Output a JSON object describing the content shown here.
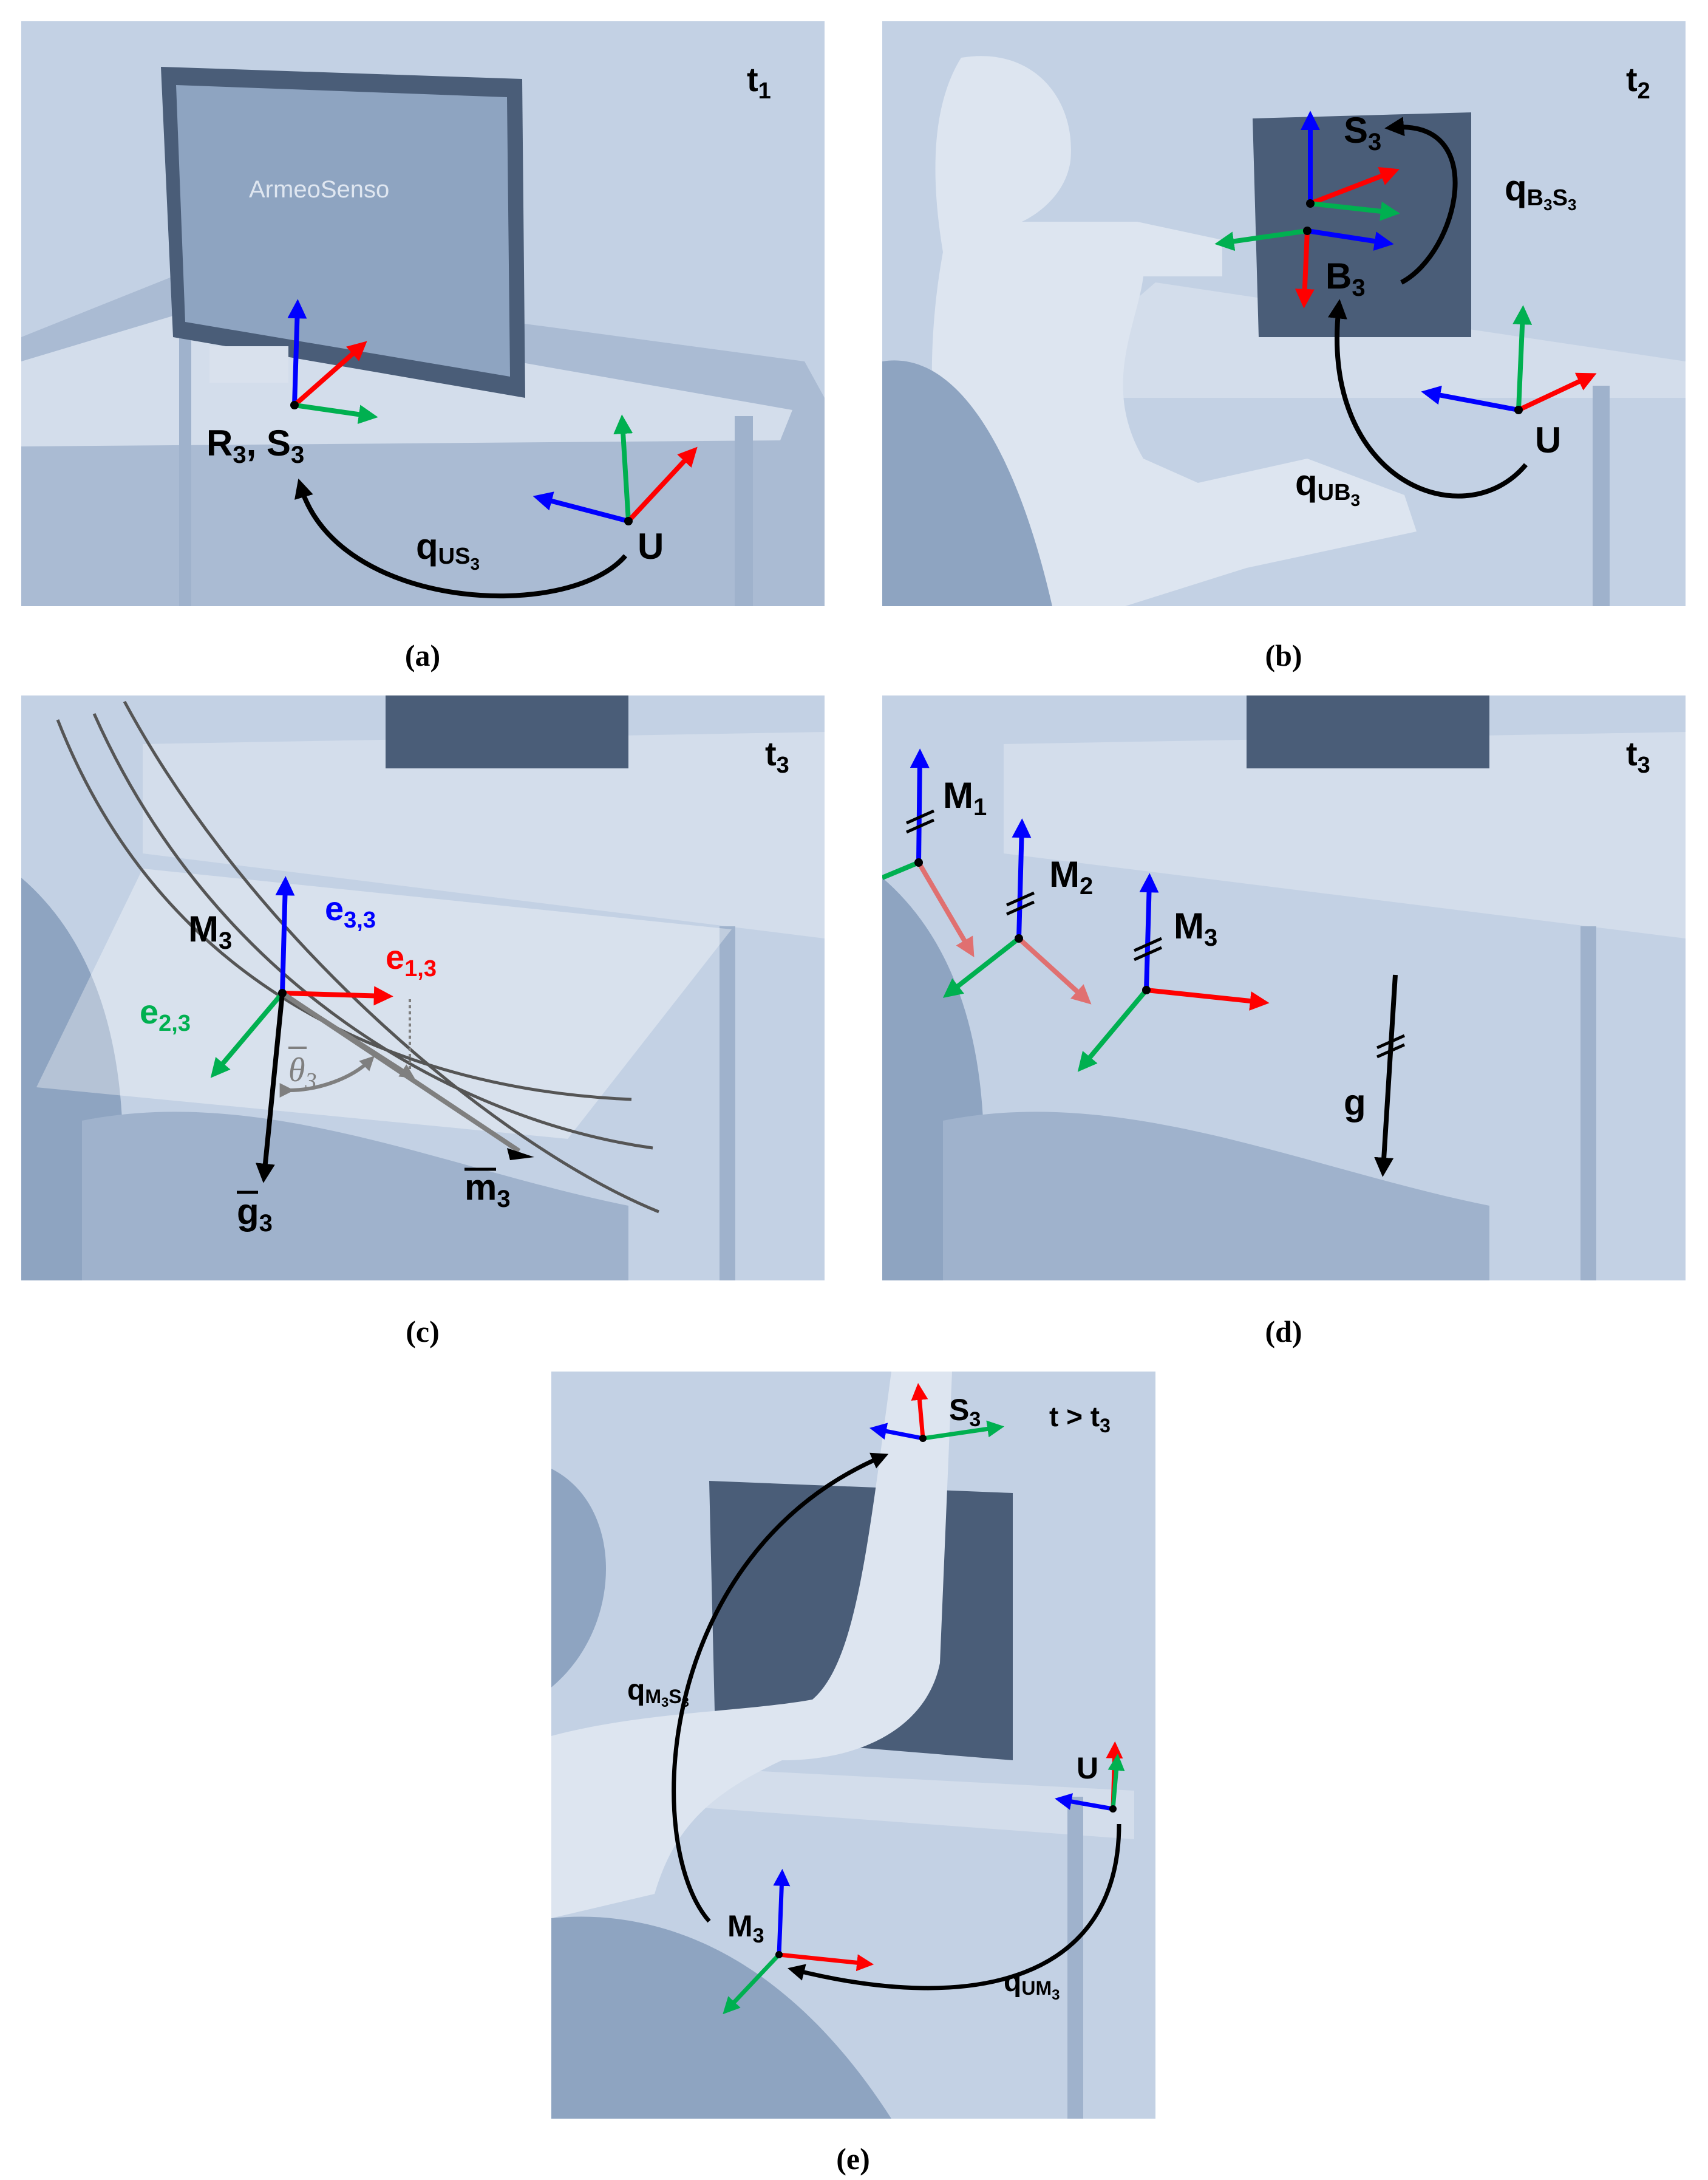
{
  "colors": {
    "photo_bg": "#b8c8dd",
    "photo_dark": "#8ea4c1",
    "axis_red": "#ff0000",
    "axis_green": "#00b050",
    "axis_blue": "#0000ff",
    "arrow": "#000000",
    "gray": "#7f7f7f"
  },
  "panels": {
    "a": {
      "caption": "(a)",
      "time": "t",
      "time_sub": "1",
      "screen_text": "ArmeoSenso",
      "frame_rs": "R",
      "frame_rs_sub": "3",
      "frame_rs_sep": ", S",
      "frame_rs_sub2": "3",
      "frame_u": "U",
      "quat": "q",
      "quat_sub": "US",
      "quat_subsub": "3"
    },
    "b": {
      "caption": "(b)",
      "time": "t",
      "time_sub": "2",
      "frame_s": "S",
      "frame_s_sub": "3",
      "frame_b": "B",
      "frame_b_sub": "3",
      "frame_u": "U",
      "quat_bs": "q",
      "quat_bs_sub": "B",
      "quat_bs_sub1": "3",
      "quat_bs_sub2": "S",
      "quat_bs_sub3": "3",
      "quat_ub": "q",
      "quat_ub_sub": "UB",
      "quat_ub_subsub": "3"
    },
    "c": {
      "caption": "(c)",
      "time": "t",
      "time_sub": "3",
      "frame_m": "M",
      "frame_m_sub": "3",
      "e33": "e",
      "e33_sub": "3,3",
      "e13": "e",
      "e13_sub": "1,3",
      "e23": "e",
      "e23_sub": "2,3",
      "theta": "θ",
      "theta_sub": "3",
      "g": "g",
      "g_sub": "3",
      "m": "m",
      "m_sub": "3"
    },
    "d": {
      "caption": "(d)",
      "time": "t",
      "time_sub": "3",
      "m1": "M",
      "m1_sub": "1",
      "m2": "M",
      "m2_sub": "2",
      "m3": "M",
      "m3_sub": "3",
      "g": "g"
    },
    "e": {
      "caption": "(e)",
      "time": "t > t",
      "time_sub": "3",
      "frame_s": "S",
      "frame_s_sub": "3",
      "frame_u": "U",
      "frame_m": "M",
      "frame_m_sub": "3",
      "quat_ms": "q",
      "quat_ms_sub": "M",
      "quat_ms_sub1": "3",
      "quat_ms_sub2": "S",
      "quat_ms_sub3": "3",
      "quat_um": "q",
      "quat_um_sub": "UM",
      "quat_um_subsub": "3"
    }
  }
}
